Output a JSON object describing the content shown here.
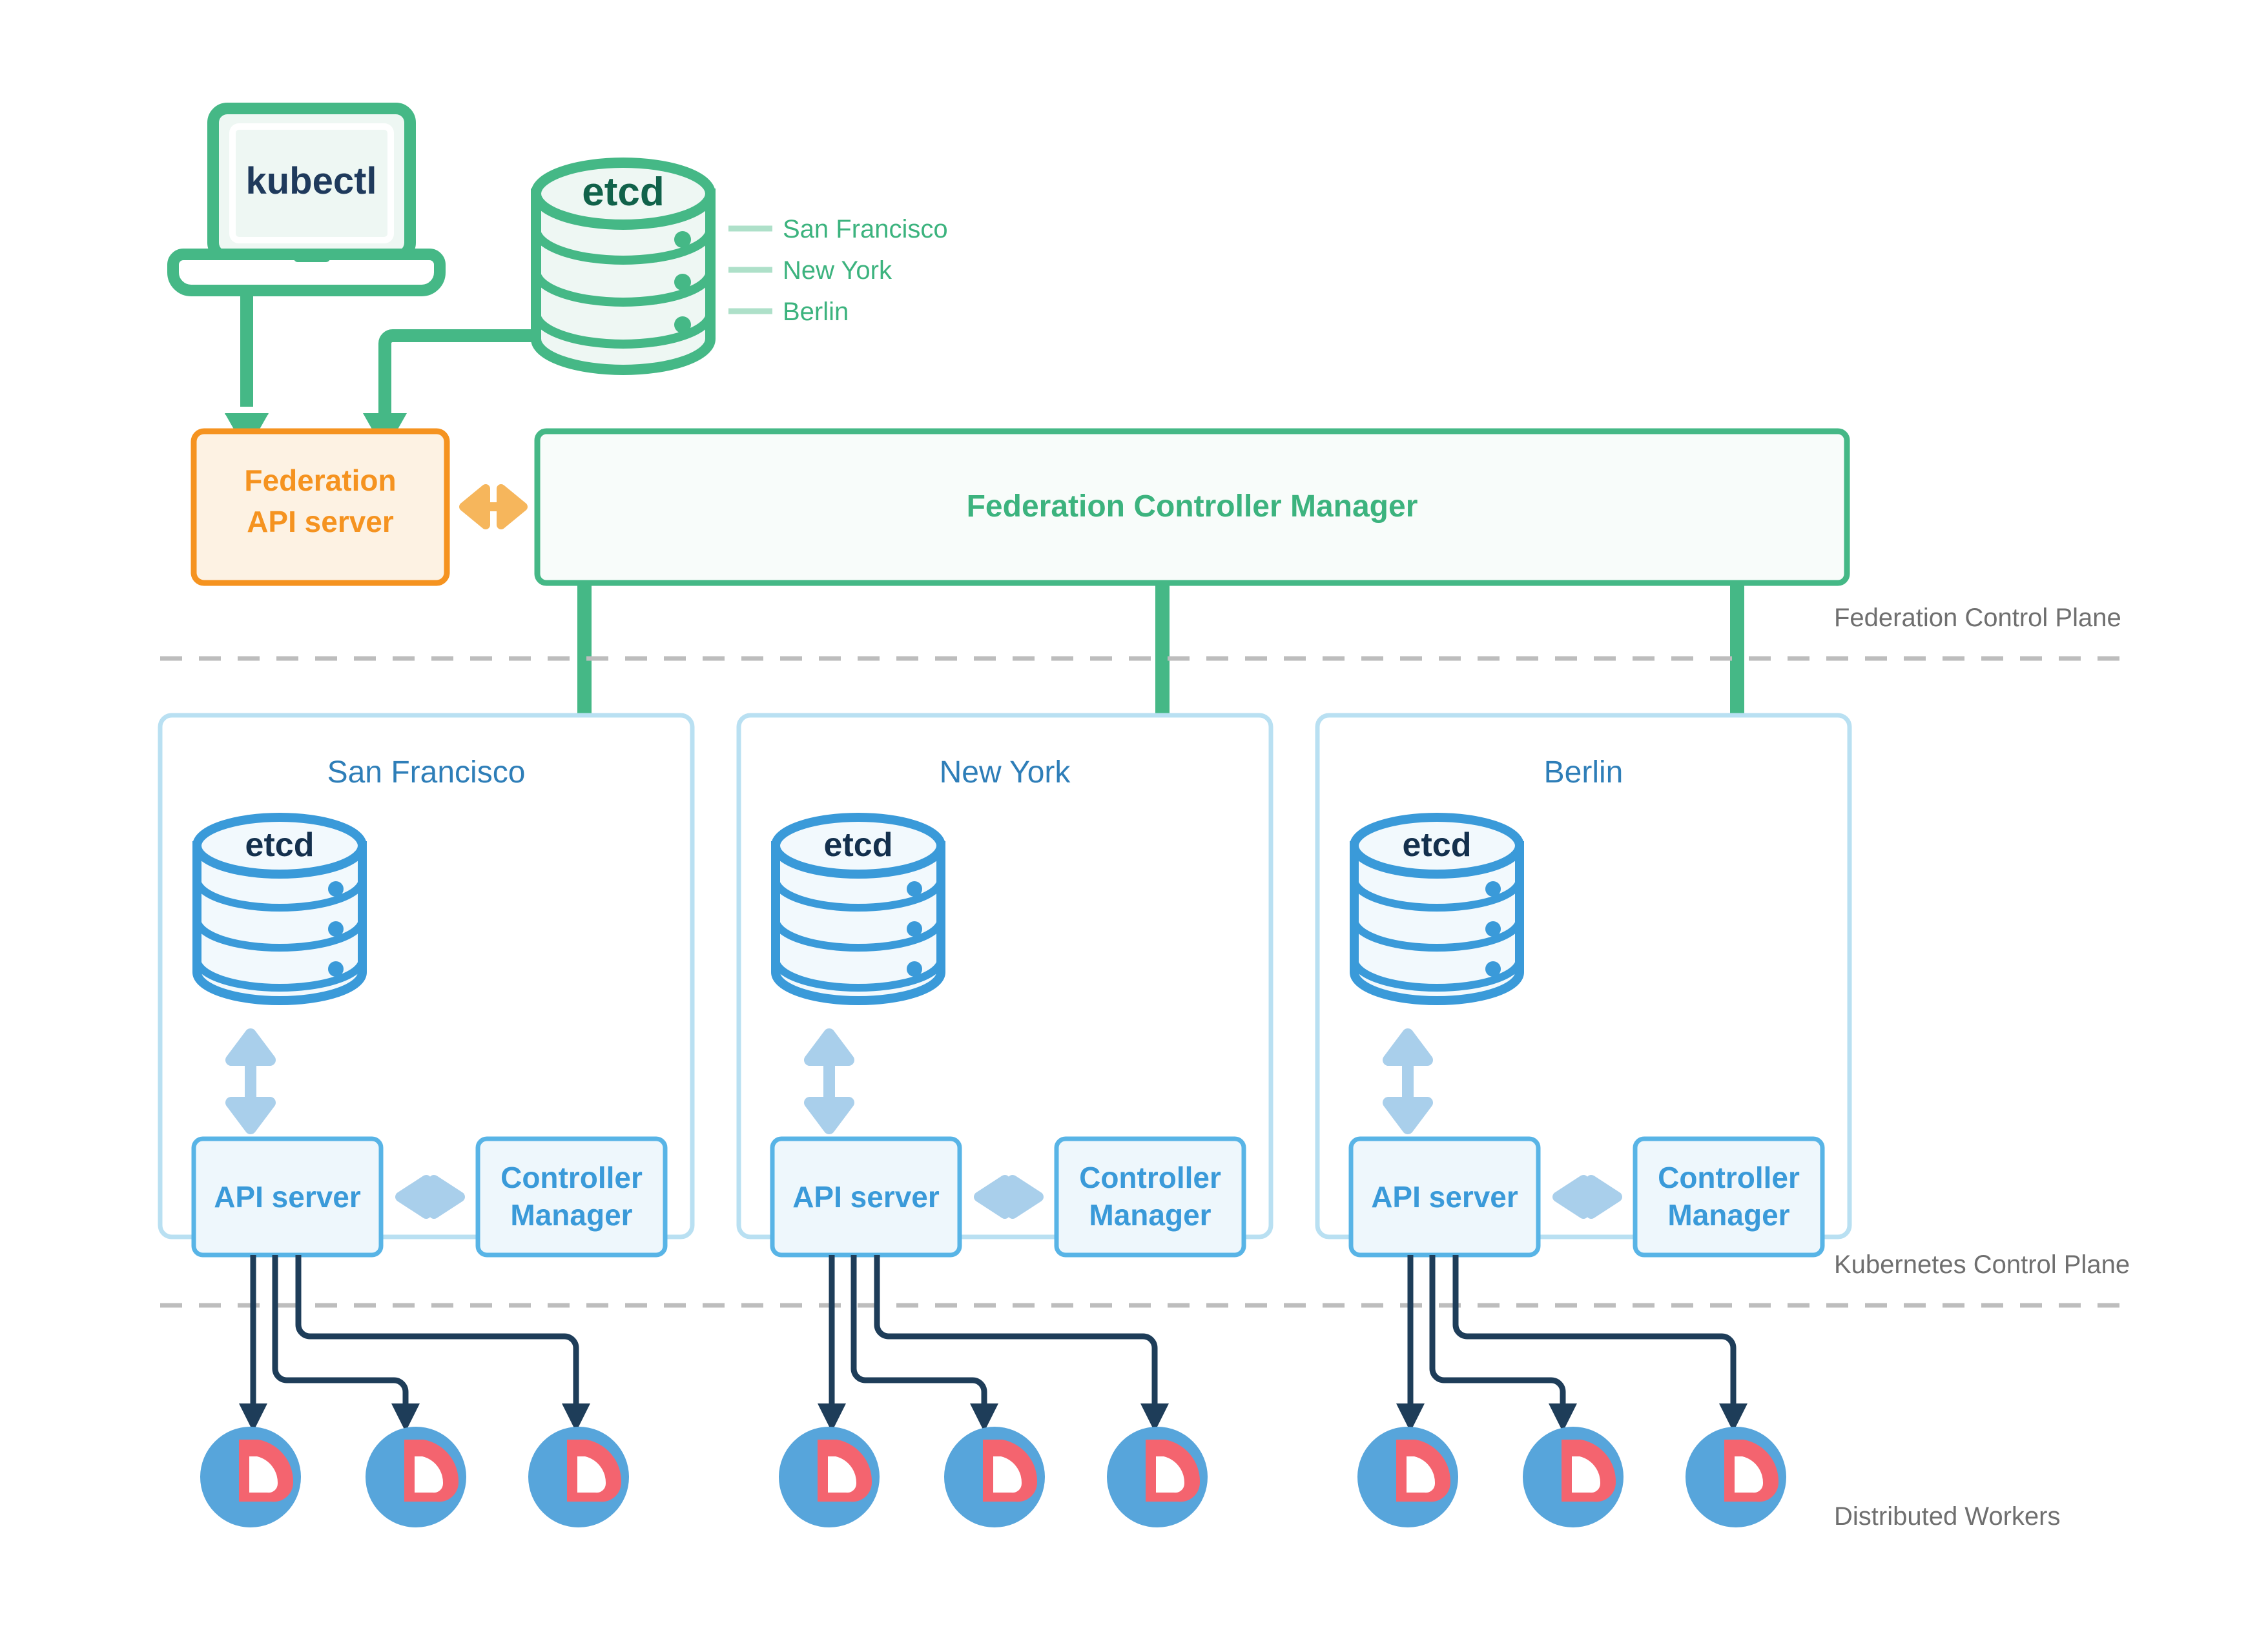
{
  "colors": {
    "green": "#45b886",
    "green_fill": "#eef7f3",
    "green_text": "#3cb37e",
    "green_legend_line": "#aee0c9",
    "etcd_dark_text": "#11624a",
    "orange": "#f59320",
    "orange_fill": "#fdf2e3",
    "blue": "#3a9ad9",
    "blue_light": "#a9cfeb",
    "blue_box_fill": "#eef7fc",
    "blue_cluster_border": "#b9e0f2",
    "navy": "#1f3a5c",
    "dark_line": "#1e3d59",
    "gray_dash": "#bdbdbd",
    "gray_text": "#6f6f6f",
    "worker_blue": "#57a5db",
    "worker_pink": "#f4646f",
    "white": "#ffffff"
  },
  "client": {
    "laptop_label": "kubectl"
  },
  "fed_etcd": {
    "label": "etcd",
    "legend": [
      {
        "label": "San Francisco"
      },
      {
        "label": "New York"
      },
      {
        "label": "Berlin"
      }
    ]
  },
  "federation": {
    "api_server_line1": "Federation",
    "api_server_line2": "API server",
    "controller_manager": "Federation Controller Manager"
  },
  "clusters": [
    {
      "name": "San Francisco",
      "etcd_label": "etcd",
      "api_server": "API server",
      "controller_line1": "Controller",
      "controller_line2": "Manager",
      "worker_count": 3
    },
    {
      "name": "New York",
      "etcd_label": "etcd",
      "api_server": "API server",
      "controller_line1": "Controller",
      "controller_line2": "Manager",
      "worker_count": 3
    },
    {
      "name": "Berlin",
      "etcd_label": "etcd",
      "api_server": "API server",
      "controller_line1": "Controller",
      "controller_line2": "Manager",
      "worker_count": 3
    }
  ],
  "plane_labels": {
    "federation": "Federation Control Plane",
    "kubernetes": "Kubernetes Control Plane",
    "workers": "Distributed Workers"
  }
}
